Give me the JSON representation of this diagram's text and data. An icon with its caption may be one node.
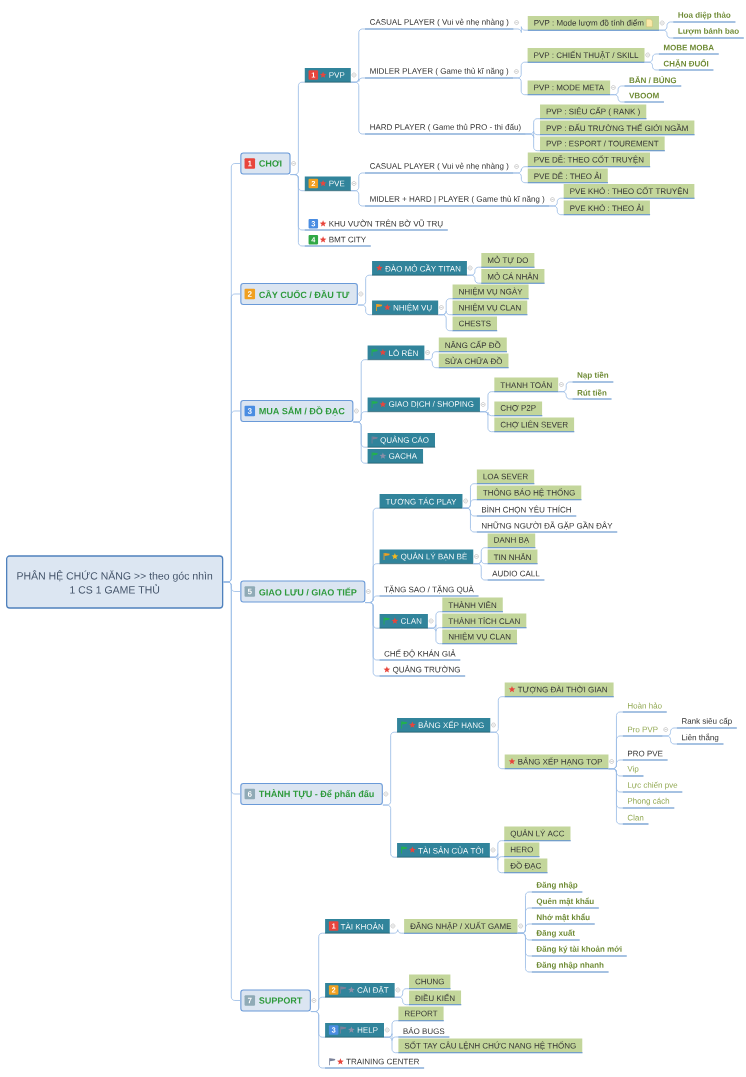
{
  "diagram": {
    "nodes": [
      {
        "text": [
          "PHÂN HỆ CHỨC NĂNG >> theo góc nhìn 1 CS 1 GAME THỦ"
        ]
      },
      {
        "text": [
          "1",
          "CHƠI"
        ]
      },
      {
        "text": [
          "1",
          "PVP"
        ]
      },
      {
        "text": [
          "CASUAL PLAYER ( Vui vẻ nhẹ nhàng )"
        ]
      },
      {
        "text": [
          "PVP : Mode lượm đồ tính điểm"
        ]
      },
      {
        "text": [
          "Hoa diệp thảo"
        ]
      },
      {
        "text": [
          "Lượm bánh bao"
        ]
      },
      {
        "text": [
          "MIDLER PLAYER ( Game thủ kĩ năng )"
        ]
      },
      {
        "text": [
          "PVP : CHIẾN THUẬT / SKILL"
        ]
      },
      {
        "text": [
          "MOBE MOBA"
        ]
      },
      {
        "text": [
          "CHẶN ĐUỔI"
        ]
      },
      {
        "text": [
          "PVP : MODE META"
        ]
      },
      {
        "text": [
          "BẮN / BÚNG"
        ]
      },
      {
        "text": [
          "VBOOM"
        ]
      },
      {
        "text": [
          "HARD PLAYER ( Game thủ PRO - thi đấu)"
        ]
      },
      {
        "text": [
          "PVP : SIÊU CẤP ( RANK )"
        ]
      },
      {
        "text": [
          "PVP : ĐẤU TRƯỜNG THẾ GIỚI NGẦM"
        ]
      },
      {
        "text": [
          "PVP : ESPORT / TOUREMENT"
        ]
      },
      {
        "text": [
          "2",
          "PVE"
        ]
      },
      {
        "text": [
          "CASUAL PLAYER ( Vui vẻ nhẹ nhàng )"
        ]
      },
      {
        "text": [
          "PVE DỄ: THEO CỐT TRUYỆN"
        ]
      },
      {
        "text": [
          "PVE DỄ : THEO ẢI"
        ]
      },
      {
        "text": [
          "MIDLER + HARD | PLAYER ( Game thủ kĩ năng )"
        ]
      },
      {
        "text": [
          "PVE KHÓ : THEO CỐT TRUYỆN"
        ]
      },
      {
        "text": [
          "PVE KHÓ : THEO ẢI"
        ]
      },
      {
        "text": [
          "3",
          "KHU VƯỜN TRÊN BỜ VŨ TRỤ"
        ]
      },
      {
        "text": [
          "4",
          "BMT CITY"
        ]
      },
      {
        "text": [
          "2",
          "CẦY CUỐC / ĐẦU TƯ"
        ]
      },
      {
        "text": [
          "ĐÀO MỎ CẦY TITAN"
        ]
      },
      {
        "text": [
          "MỎ TỰ DO"
        ]
      },
      {
        "text": [
          "MỎ CÁ NHÂN"
        ]
      },
      {
        "text": [
          "NHIỆM VỤ"
        ]
      },
      {
        "text": [
          "NHIỆM VỤ NGÀY"
        ]
      },
      {
        "text": [
          "NHIỆM VỤ CLAN"
        ]
      },
      {
        "text": [
          "CHESTS"
        ]
      },
      {
        "text": [
          "3",
          "MUA SẮM / ĐỒ ĐẠC"
        ]
      },
      {
        "text": [
          "LÒ RÈN"
        ]
      },
      {
        "text": [
          "NÂNG CẤP ĐỒ"
        ]
      },
      {
        "text": [
          "SỬA CHỮA ĐỒ"
        ]
      },
      {
        "text": [
          "GIAO DỊCH / SHOPING"
        ]
      },
      {
        "text": [
          "THANH TOÁN"
        ]
      },
      {
        "text": [
          "Nạp tiền"
        ]
      },
      {
        "text": [
          "Rút tiền"
        ]
      },
      {
        "text": [
          "CHỢ P2P"
        ]
      },
      {
        "text": [
          "CHỢ LIÊN SEVER"
        ]
      },
      {
        "text": [
          "QUẢNG CÁO"
        ]
      },
      {
        "text": [
          "GACHA"
        ]
      },
      {
        "text": [
          "5",
          "GIAO LƯU / GIAO TIẾP"
        ]
      },
      {
        "text": [
          "TƯƠNG TÁC PLAY"
        ]
      },
      {
        "text": [
          "LOA SEVER"
        ]
      },
      {
        "text": [
          "THÔNG BÁO HỆ THỐNG"
        ]
      },
      {
        "text": [
          "BÌNH CHỌN YÊU THÍCH"
        ]
      },
      {
        "text": [
          "NHỮNG NGƯỜI ĐÃ GẶP GẦN ĐÂY"
        ]
      },
      {
        "text": [
          "QUẢN LÝ BẠN BÈ"
        ]
      },
      {
        "text": [
          "DANH BẠ"
        ]
      },
      {
        "text": [
          "TIN NHẮN"
        ]
      },
      {
        "text": [
          "AUDIO CALL"
        ]
      },
      {
        "text": [
          "TẶNG SAO / TẶNG QUÀ"
        ]
      },
      {
        "text": [
          "CLAN"
        ]
      },
      {
        "text": [
          "THÀNH VIÊN"
        ]
      },
      {
        "text": [
          "THÀNH TÍCH CLAN"
        ]
      },
      {
        "text": [
          "NHIỆM VỤ CLAN"
        ]
      },
      {
        "text": [
          "CHẾ ĐỘ KHÁN GIẢ"
        ]
      },
      {
        "text": [
          "QUẢNG TRƯỜNG"
        ]
      },
      {
        "text": [
          "6",
          "THÀNH TỰU - Để phấn đấu"
        ]
      },
      {
        "text": [
          "BẢNG XẾP HẠNG"
        ]
      },
      {
        "text": [
          "TƯỢNG ĐÀI THỜI GIAN"
        ]
      },
      {
        "text": [
          "BẢNG XẾP HẠNG TOP"
        ]
      },
      {
        "text": [
          "Hoàn hảo"
        ]
      },
      {
        "text": [
          "Pro PVP"
        ]
      },
      {
        "text": [
          "Rank siêu cấp"
        ]
      },
      {
        "text": [
          "Liên thắng"
        ]
      },
      {
        "text": [
          "PRO PVE"
        ]
      },
      {
        "text": [
          "Vip"
        ]
      },
      {
        "text": [
          "Lực chiến pve"
        ]
      },
      {
        "text": [
          "Phong cách"
        ]
      },
      {
        "text": [
          "Clan"
        ]
      },
      {
        "text": [
          "TÀI SẢN CỦA TÔI"
        ]
      },
      {
        "text": [
          "QUẢN LÝ ACC"
        ]
      },
      {
        "text": [
          "HERO"
        ]
      },
      {
        "text": [
          "ĐỒ ĐẠC"
        ]
      },
      {
        "text": [
          "7",
          "SUPPORT"
        ]
      },
      {
        "text": [
          "1",
          "TÀI KHOẢN"
        ]
      },
      {
        "text": [
          "ĐĂNG NHẬP / XUẤT GAME"
        ]
      },
      {
        "text": [
          "Đăng nhập"
        ]
      },
      {
        "text": [
          "Quên mật khẩu"
        ]
      },
      {
        "text": [
          "Nhớ mật khẩu"
        ]
      },
      {
        "text": [
          "Đăng xuất"
        ]
      },
      {
        "text": [
          "Đăng ký tài khoản mới"
        ]
      },
      {
        "text": [
          "Đăng nhập nhanh"
        ]
      },
      {
        "text": [
          "2",
          "CÀI ĐẶT"
        ]
      },
      {
        "text": [
          "CHUNG"
        ]
      },
      {
        "text": [
          "ĐIỀU KIỂN"
        ]
      },
      {
        "text": [
          "3",
          "HELP"
        ]
      },
      {
        "text": [
          "REPORT"
        ]
      },
      {
        "text": [
          "BÁO BUGS"
        ]
      },
      {
        "text": [
          "SỔT TAY CÂU LỆNH CHỨC NANG HỆ THỐNG"
        ]
      },
      {
        "text": [
          "TRAINING CENTER"
        ]
      }
    ],
    "edges": [
      {
        "from": 0,
        "to": 1,
        "arrow": "none"
      },
      {
        "from": 1,
        "to": 2,
        "arrow": "none"
      },
      {
        "from": 2,
        "to": 3,
        "arrow": "none"
      },
      {
        "from": 3,
        "to": 4,
        "arrow": "none"
      },
      {
        "from": 4,
        "to": 5,
        "arrow": "none"
      },
      {
        "from": 4,
        "to": 6,
        "arrow": "none"
      },
      {
        "from": 2,
        "to": 7,
        "arrow": "none"
      },
      {
        "from": 7,
        "to": 8,
        "arrow": "none"
      },
      {
        "from": 8,
        "to": 9,
        "arrow": "none"
      },
      {
        "from": 8,
        "to": 10,
        "arrow": "none"
      },
      {
        "from": 7,
        "to": 11,
        "arrow": "none"
      },
      {
        "from": 11,
        "to": 12,
        "arrow": "none"
      },
      {
        "from": 11,
        "to": 13,
        "arrow": "none"
      },
      {
        "from": 2,
        "to": 14,
        "arrow": "none"
      },
      {
        "from": 14,
        "to": 15,
        "arrow": "none"
      },
      {
        "from": 14,
        "to": 16,
        "arrow": "none"
      },
      {
        "from": 14,
        "to": 17,
        "arrow": "none"
      },
      {
        "from": 1,
        "to": 18,
        "arrow": "none"
      },
      {
        "from": 18,
        "to": 19,
        "arrow": "none"
      },
      {
        "from": 19,
        "to": 20,
        "arrow": "none"
      },
      {
        "from": 19,
        "to": 21,
        "arrow": "none"
      },
      {
        "from": 18,
        "to": 22,
        "arrow": "none"
      },
      {
        "from": 22,
        "to": 23,
        "arrow": "none"
      },
      {
        "from": 22,
        "to": 24,
        "arrow": "none"
      },
      {
        "from": 1,
        "to": 25,
        "arrow": "none"
      },
      {
        "from": 1,
        "to": 26,
        "arrow": "none"
      },
      {
        "from": 0,
        "to": 27,
        "arrow": "none"
      },
      {
        "from": 27,
        "to": 28,
        "arrow": "none"
      },
      {
        "from": 28,
        "to": 29,
        "arrow": "none"
      },
      {
        "from": 28,
        "to": 30,
        "arrow": "none"
      },
      {
        "from": 27,
        "to": 31,
        "arrow": "none"
      },
      {
        "from": 31,
        "to": 32,
        "arrow": "none"
      },
      {
        "from": 31,
        "to": 33,
        "arrow": "none"
      },
      {
        "from": 31,
        "to": 34,
        "arrow": "none"
      },
      {
        "from": 0,
        "to": 35,
        "arrow": "none"
      },
      {
        "from": 35,
        "to": 36,
        "arrow": "none"
      },
      {
        "from": 36,
        "to": 37,
        "arrow": "none"
      },
      {
        "from": 36,
        "to": 38,
        "arrow": "none"
      },
      {
        "from": 35,
        "to": 39,
        "arrow": "none"
      },
      {
        "from": 39,
        "to": 40,
        "arrow": "none"
      },
      {
        "from": 40,
        "to": 41,
        "arrow": "none"
      },
      {
        "from": 40,
        "to": 42,
        "arrow": "none"
      },
      {
        "from": 39,
        "to": 43,
        "arrow": "none"
      },
      {
        "from": 39,
        "to": 44,
        "arrow": "none"
      },
      {
        "from": 35,
        "to": 45,
        "arrow": "none"
      },
      {
        "from": 35,
        "to": 46,
        "arrow": "none"
      },
      {
        "from": 0,
        "to": 47,
        "arrow": "none"
      },
      {
        "from": 47,
        "to": 48,
        "arrow": "none"
      },
      {
        "from": 48,
        "to": 49,
        "arrow": "none"
      },
      {
        "from": 48,
        "to": 50,
        "arrow": "none"
      },
      {
        "from": 48,
        "to": 51,
        "arrow": "none"
      },
      {
        "from": 48,
        "to": 52,
        "arrow": "none"
      },
      {
        "from": 47,
        "to": 53,
        "arrow": "none"
      },
      {
        "from": 53,
        "to": 54,
        "arrow": "none"
      },
      {
        "from": 53,
        "to": 55,
        "arrow": "none"
      },
      {
        "from": 53,
        "to": 56,
        "arrow": "none"
      },
      {
        "from": 47,
        "to": 57,
        "arrow": "none"
      },
      {
        "from": 47,
        "to": 58,
        "arrow": "none"
      },
      {
        "from": 58,
        "to": 59,
        "arrow": "none"
      },
      {
        "from": 58,
        "to": 60,
        "arrow": "none"
      },
      {
        "from": 58,
        "to": 61,
        "arrow": "none"
      },
      {
        "from": 47,
        "to": 62,
        "arrow": "none"
      },
      {
        "from": 47,
        "to": 63,
        "arrow": "none"
      },
      {
        "from": 0,
        "to": 64,
        "arrow": "none"
      },
      {
        "from": 64,
        "to": 65,
        "arrow": "none"
      },
      {
        "from": 65,
        "to": 66,
        "arrow": "none"
      },
      {
        "from": 65,
        "to": 67,
        "arrow": "none"
      },
      {
        "from": 67,
        "to": 68,
        "arrow": "none"
      },
      {
        "from": 67,
        "to": 69,
        "arrow": "none"
      },
      {
        "from": 69,
        "to": 70,
        "arrow": "none"
      },
      {
        "from": 69,
        "to": 71,
        "arrow": "none"
      },
      {
        "from": 67,
        "to": 72,
        "arrow": "none"
      },
      {
        "from": 67,
        "to": 73,
        "arrow": "none"
      },
      {
        "from": 67,
        "to": 74,
        "arrow": "none"
      },
      {
        "from": 67,
        "to": 75,
        "arrow": "none"
      },
      {
        "from": 67,
        "to": 76,
        "arrow": "none"
      },
      {
        "from": 64,
        "to": 77,
        "arrow": "none"
      },
      {
        "from": 77,
        "to": 78,
        "arrow": "none"
      },
      {
        "from": 77,
        "to": 79,
        "arrow": "none"
      },
      {
        "from": 77,
        "to": 80,
        "arrow": "none"
      },
      {
        "from": 0,
        "to": 81,
        "arrow": "none"
      },
      {
        "from": 81,
        "to": 82,
        "arrow": "none"
      },
      {
        "from": 82,
        "to": 83,
        "arrow": "none"
      },
      {
        "from": 83,
        "to": 84,
        "arrow": "none"
      },
      {
        "from": 83,
        "to": 85,
        "arrow": "none"
      },
      {
        "from": 83,
        "to": 86,
        "arrow": "none"
      },
      {
        "from": 83,
        "to": 87,
        "arrow": "none"
      },
      {
        "from": 83,
        "to": 88,
        "arrow": "none"
      },
      {
        "from": 83,
        "to": 89,
        "arrow": "none"
      },
      {
        "from": 81,
        "to": 90,
        "arrow": "none"
      },
      {
        "from": 90,
        "to": 91,
        "arrow": "none"
      },
      {
        "from": 90,
        "to": 92,
        "arrow": "none"
      },
      {
        "from": 81,
        "to": 93,
        "arrow": "none"
      },
      {
        "from": 93,
        "to": 94,
        "arrow": "none"
      },
      {
        "from": 93,
        "to": 95,
        "arrow": "none"
      },
      {
        "from": 93,
        "to": 96,
        "arrow": "none"
      },
      {
        "from": 81,
        "to": 97,
        "arrow": "none"
      }
    ]
  }
}
